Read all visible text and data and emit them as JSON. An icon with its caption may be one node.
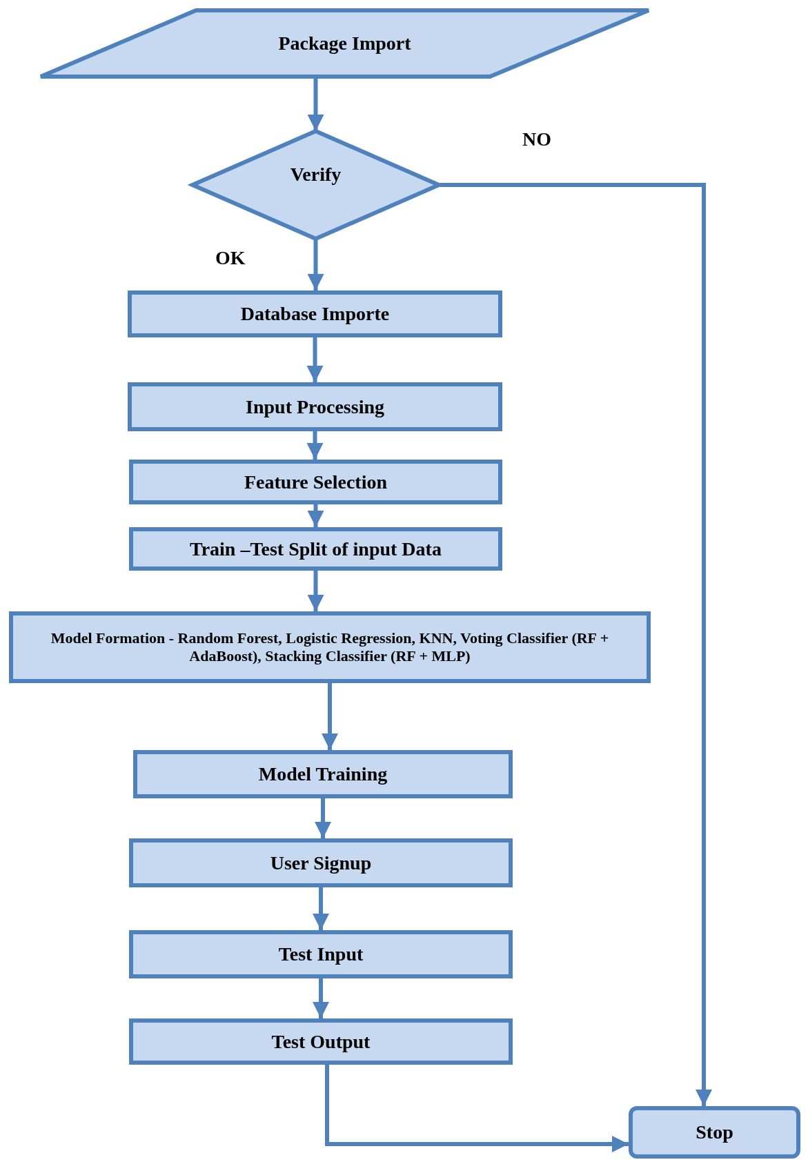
{
  "diagram": {
    "nodes": [
      {
        "text": [
          "Package Import"
        ]
      },
      {
        "text": [
          "Verify"
        ]
      },
      {
        "text": [
          "Database Importe"
        ]
      },
      {
        "text": [
          "Input Processing"
        ]
      },
      {
        "text": [
          "Feature Selection"
        ]
      },
      {
        "text": [
          "Train –Test Split of input Data"
        ]
      },
      {
        "text": [
          "Model Formation - Random Forest, Logistic Regression, KNN, Voting Classifier (RF + AdaBoost), Stacking Classifier (RF + MLP)"
        ]
      },
      {
        "text": [
          "Model Training"
        ]
      },
      {
        "text": [
          "User Signup"
        ]
      },
      {
        "text": [
          "Test Input"
        ]
      },
      {
        "text": [
          "Test Output"
        ]
      },
      {
        "text": [
          "Stop"
        ]
      }
    ],
    "edges": [
      {
        "from": 0,
        "to": 1,
        "arrow": "to"
      },
      {
        "from": 1,
        "to": 2,
        "arrow": "to",
        "label": "OK"
      },
      {
        "from": 1,
        "to": 11,
        "arrow": "to",
        "label": "NO"
      },
      {
        "from": 2,
        "to": 3,
        "arrow": "to"
      },
      {
        "from": 3,
        "to": 4,
        "arrow": "to"
      },
      {
        "from": 4,
        "to": 5,
        "arrow": "to"
      },
      {
        "from": 5,
        "to": 6,
        "arrow": "to"
      },
      {
        "from": 6,
        "to": 7,
        "arrow": "to"
      },
      {
        "from": 7,
        "to": 8,
        "arrow": "to"
      },
      {
        "from": 8,
        "to": 9,
        "arrow": "to"
      },
      {
        "from": 9,
        "to": 10,
        "arrow": "to"
      },
      {
        "from": 10,
        "to": 11,
        "arrow": "to"
      }
    ]
  }
}
